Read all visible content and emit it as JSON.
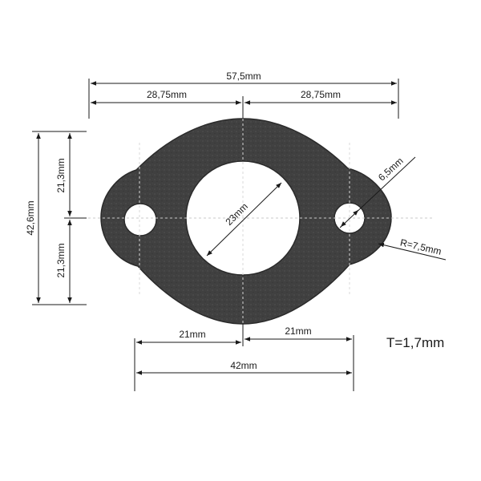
{
  "title": "",
  "colors": {
    "gasket_fill": "#3f3f3f",
    "gasket_edge": "#2a2a2a",
    "line": "#1a1a1a",
    "background": "#ffffff"
  },
  "dimensions": {
    "overall_width": "57,5mm",
    "half_width_left": "28,75mm",
    "half_width_right": "28,75mm",
    "overall_height": "42,6mm",
    "half_height_top": "21,3mm",
    "half_height_bottom": "21,3mm",
    "bore_diameter": "23mm",
    "bolt_hole_diameter": "6,5mm",
    "ear_radius": "R=7,5mm",
    "bolt_half_left": "21mm",
    "bolt_half_right": "21mm",
    "bolt_spacing": "42mm",
    "thickness": "T=1,7mm"
  }
}
